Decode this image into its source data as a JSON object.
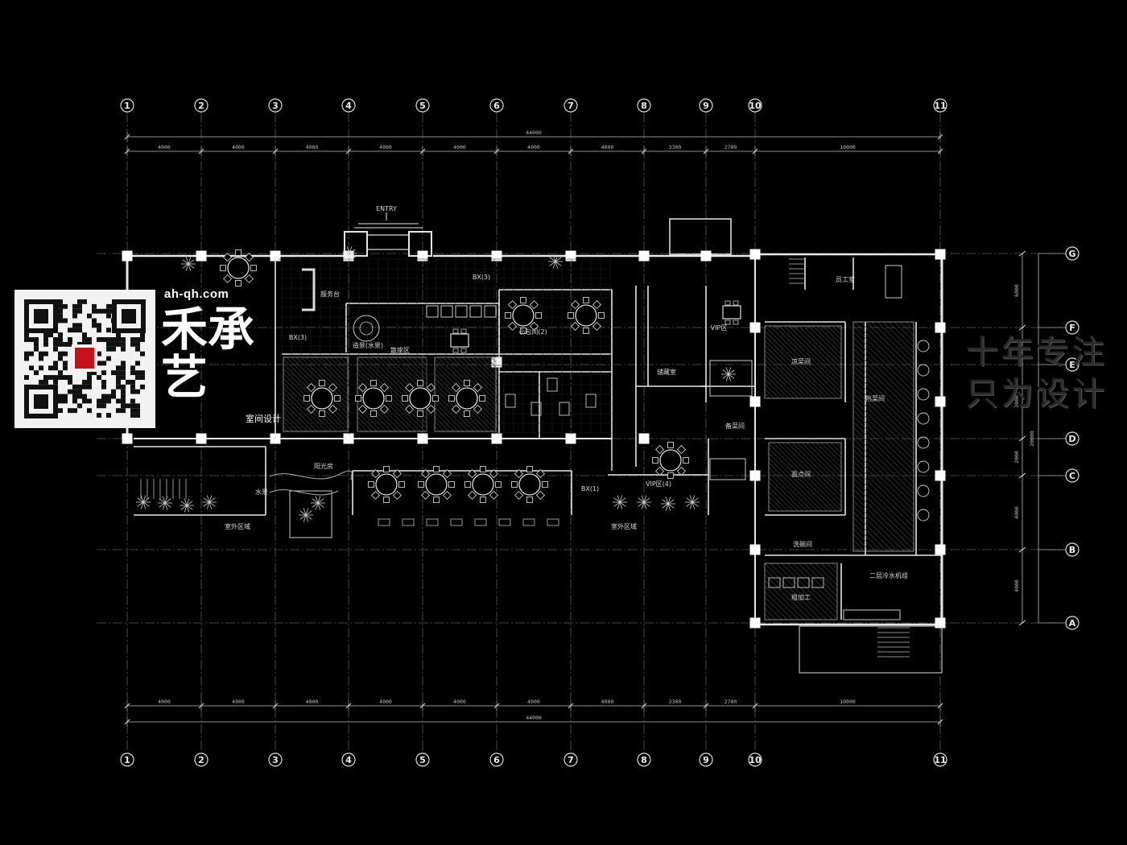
{
  "watermark": {
    "url": "ah-qh.com",
    "brand_name": "禾承艺",
    "brand_glyph_stamp": "禾承",
    "brand_subtitle": "室间设计",
    "slogan_line1": "十年专注",
    "slogan_line2": "只为设计"
  },
  "grid": {
    "columns": [
      "1",
      "2",
      "3",
      "4",
      "5",
      "6",
      "7",
      "8",
      "9",
      "10",
      "11"
    ],
    "rows": [
      "G",
      "F",
      "E",
      "D",
      "C",
      "B",
      "A"
    ],
    "column_spacings": [
      "4000",
      "4000",
      "4000",
      "4000",
      "4000",
      "4000",
      "4000",
      "3300",
      "2700",
      "10000"
    ],
    "overall_width": "44000",
    "row_spacings": [
      "6000",
      "3000",
      "2000",
      "4000",
      "4000"
    ],
    "overall_height": "20000"
  },
  "labels": {
    "entry": "ENTRY",
    "service_station": "服务台",
    "landscape": "造景(水景)",
    "dining_hall": "散座区",
    "sun_room": "阳光房",
    "water_feature": "水景",
    "outdoor_left": "室外区域",
    "outdoor_right": "室外区域",
    "vip_room": "VIP区",
    "private_rooms": "小包间(2)",
    "storage": "储藏室",
    "cold_dish": "凉菜间",
    "hot_kitchen": "热菜间",
    "veg_room": "备菜间",
    "noodle_room": "面点间",
    "dish_wash": "洗碗间",
    "pastry": "粗加工",
    "staff_room": "员工室",
    "second_floor_tank": "二层冷水机组",
    "room_tag1": "BX(3)",
    "room_tag2": "BX(3)",
    "room_tag3": "BX(1)",
    "room_tag4": "VIP区(4)"
  },
  "colors": {
    "background": "#000000",
    "lines": "#d9d9d9",
    "columns": "#ffffff"
  }
}
